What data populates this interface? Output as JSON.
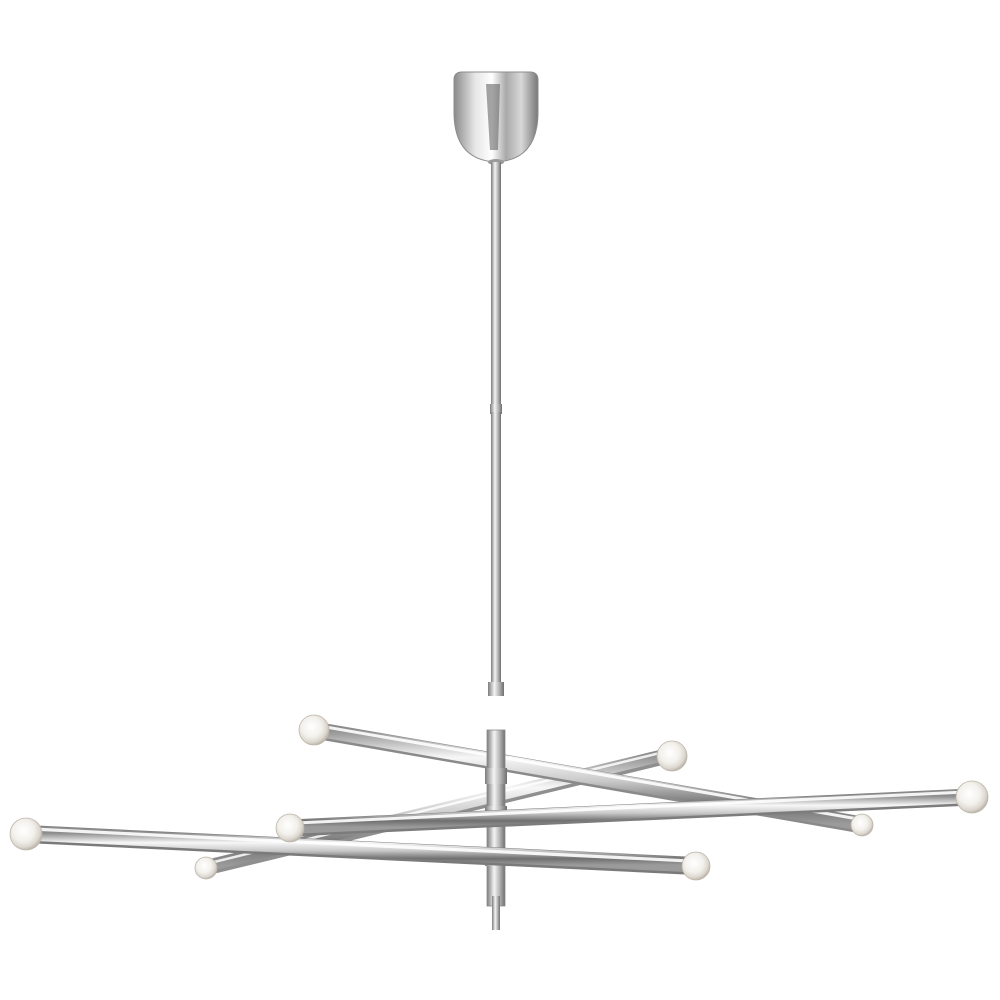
{
  "image": {
    "subject": "pendant-chandelier-product-photo",
    "background_color": "#ffffff",
    "finish_colors": {
      "highlight": "#f7f7f7",
      "light": "#dcdcdc",
      "mid": "#b9b9b9",
      "dark": "#7c7c7c",
      "shadow": "#4e4e4e"
    },
    "bulb_colors": {
      "core": "#ffffff",
      "glow": "#f0efea",
      "rim": "#cfcac2"
    },
    "arm_count": 4,
    "bulb_count": 8
  }
}
